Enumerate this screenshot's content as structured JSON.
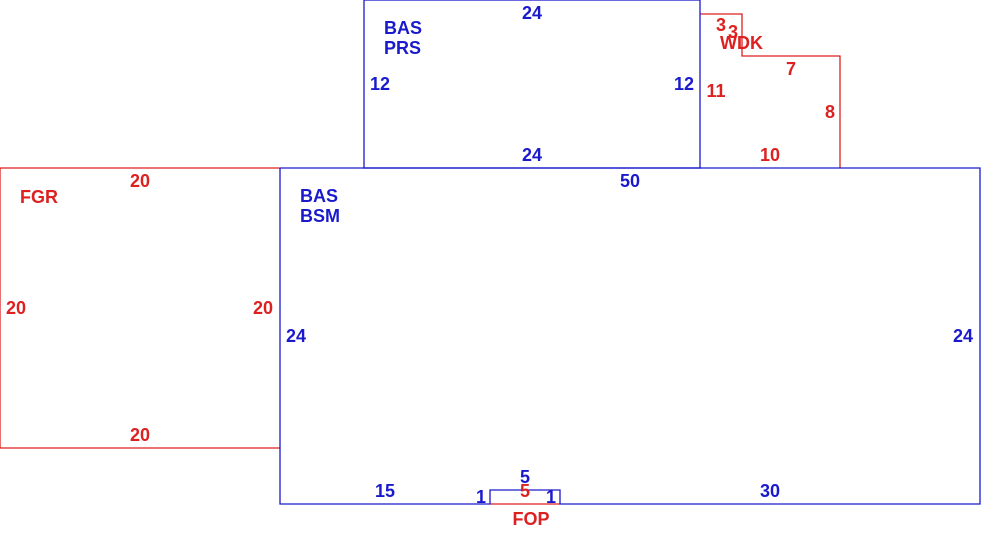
{
  "colors": {
    "main_area": "#1a1acc",
    "other_area": "#dd2020"
  },
  "areas": {
    "bas_prs": {
      "code1": "BAS",
      "code2": "PRS",
      "top": "24",
      "bottom": "24",
      "left": "12",
      "right": "12"
    },
    "bas_bsm": {
      "code1": "BAS",
      "code2": "BSM",
      "top": "50",
      "left": "24",
      "right": "24",
      "bottom_left": "15",
      "bottom_right": "30"
    },
    "fgr": {
      "code": "FGR",
      "top": "20",
      "bottom": "20",
      "left": "20",
      "right": "20"
    },
    "wdk": {
      "code": "WDK",
      "d1": "3",
      "d2": "3",
      "d3": "7",
      "d4": "8",
      "d5": "10",
      "d6": "11"
    },
    "fop": {
      "code": "FOP",
      "width": "5"
    },
    "notch": {
      "top": "5",
      "left": "1",
      "right": "1"
    }
  }
}
